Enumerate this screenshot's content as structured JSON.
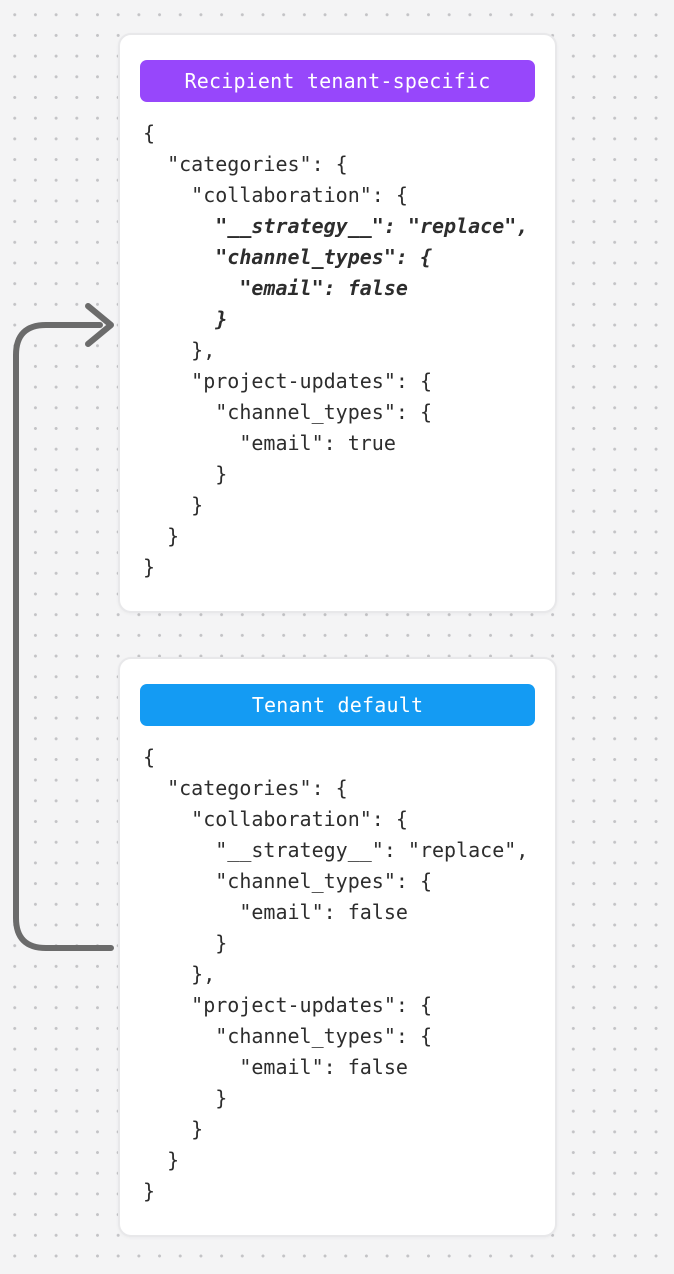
{
  "background": {
    "color": "#f4f4f5",
    "dot_color": "#c3c3c6"
  },
  "arrow": {
    "color": "#6b6b6b"
  },
  "cards": [
    {
      "badge": {
        "label": "Recipient tenant-specific",
        "bg_color": "#9747fb",
        "text_color": "#ffffff"
      },
      "code_lines": [
        {
          "text": "{"
        },
        {
          "text": "  \"categories\": {"
        },
        {
          "text": "    \"collaboration\": {"
        },
        {
          "text": "      \"__strategy__\": \"replace\",",
          "emphasis": true
        },
        {
          "text": "      \"channel_types\": {",
          "emphasis": true
        },
        {
          "text": "        \"email\": false",
          "emphasis": true
        },
        {
          "text": "      }",
          "emphasis": true
        },
        {
          "text": "    },"
        },
        {
          "text": "    \"project-updates\": {"
        },
        {
          "text": "      \"channel_types\": {"
        },
        {
          "text": "        \"email\": true"
        },
        {
          "text": "      }"
        },
        {
          "text": "    }"
        },
        {
          "text": "  }"
        },
        {
          "text": "}"
        }
      ]
    },
    {
      "badge": {
        "label": "Tenant default",
        "bg_color": "#149bf3",
        "text_color": "#ffffff"
      },
      "code_lines": [
        {
          "text": "{"
        },
        {
          "text": "  \"categories\": {"
        },
        {
          "text": "    \"collaboration\": {"
        },
        {
          "text": "      \"__strategy__\": \"replace\","
        },
        {
          "text": "      \"channel_types\": {"
        },
        {
          "text": "        \"email\": false"
        },
        {
          "text": "      }"
        },
        {
          "text": "    },"
        },
        {
          "text": "    \"project-updates\": {"
        },
        {
          "text": "      \"channel_types\": {"
        },
        {
          "text": "        \"email\": false"
        },
        {
          "text": "      }"
        },
        {
          "text": "    }"
        },
        {
          "text": "  }"
        },
        {
          "text": "}"
        }
      ]
    }
  ]
}
